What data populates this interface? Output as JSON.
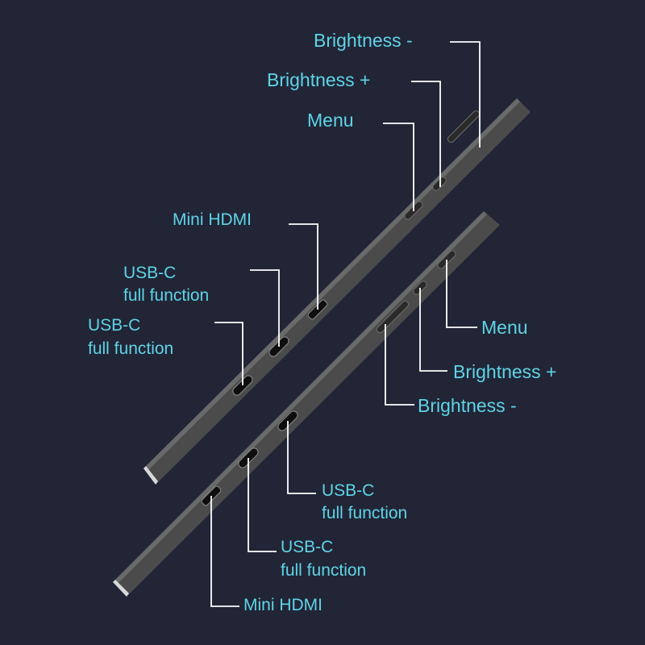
{
  "colors": {
    "background": "#212536",
    "label": "#5fd4e6",
    "leader": "#ffffff",
    "panel": "#4a4a4a"
  },
  "top_panel": {
    "labels": {
      "brightness_minus": "Brightness -",
      "brightness_plus": "Brightness +",
      "menu": "Menu",
      "mini_hdmi": "Mini HDMI",
      "usbc_1_line1": "USB-C",
      "usbc_1_line2": "full function",
      "usbc_2_line1": "USB-C",
      "usbc_2_line2": "full function"
    }
  },
  "bottom_panel": {
    "labels": {
      "menu": "Menu",
      "brightness_plus": "Brightness +",
      "brightness_minus": "Brightness -",
      "usbc_1_line1": "USB-C",
      "usbc_1_line2": "full function",
      "usbc_2_line1": "USB-C",
      "usbc_2_line2": "full function",
      "mini_hdmi": "Mini HDMI"
    }
  }
}
